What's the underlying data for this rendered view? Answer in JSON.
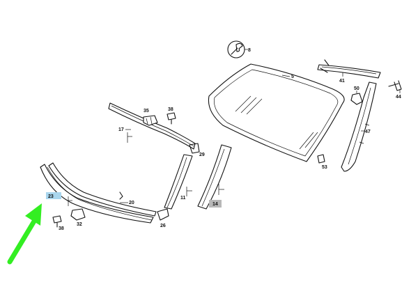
{
  "callouts": [
    {
      "id": "c5",
      "text": "5"
    },
    {
      "id": "c8",
      "text": "8"
    },
    {
      "id": "c11",
      "text": "11"
    },
    {
      "id": "c14",
      "text": "14"
    },
    {
      "id": "c17",
      "text": "17"
    },
    {
      "id": "c20",
      "text": "20"
    },
    {
      "id": "c23",
      "text": "23"
    },
    {
      "id": "c26",
      "text": "26"
    },
    {
      "id": "c29",
      "text": "29"
    },
    {
      "id": "c32",
      "text": "32"
    },
    {
      "id": "c35",
      "text": "35"
    },
    {
      "id": "c38a",
      "text": "38"
    },
    {
      "id": "c38b",
      "text": "38"
    },
    {
      "id": "c41",
      "text": "41"
    },
    {
      "id": "c44",
      "text": "44"
    },
    {
      "id": "c47",
      "text": "47"
    },
    {
      "id": "c50",
      "text": "50"
    },
    {
      "id": "c53",
      "text": "53"
    }
  ],
  "colors": {
    "highlight_23": "#a9d6ee",
    "highlight_14": "#b8b8b8",
    "arrow": "#33ee22",
    "line": "#111111"
  },
  "icons": {
    "tool_badge": "wrench-icon",
    "pointer": "green-arrow-icon"
  }
}
